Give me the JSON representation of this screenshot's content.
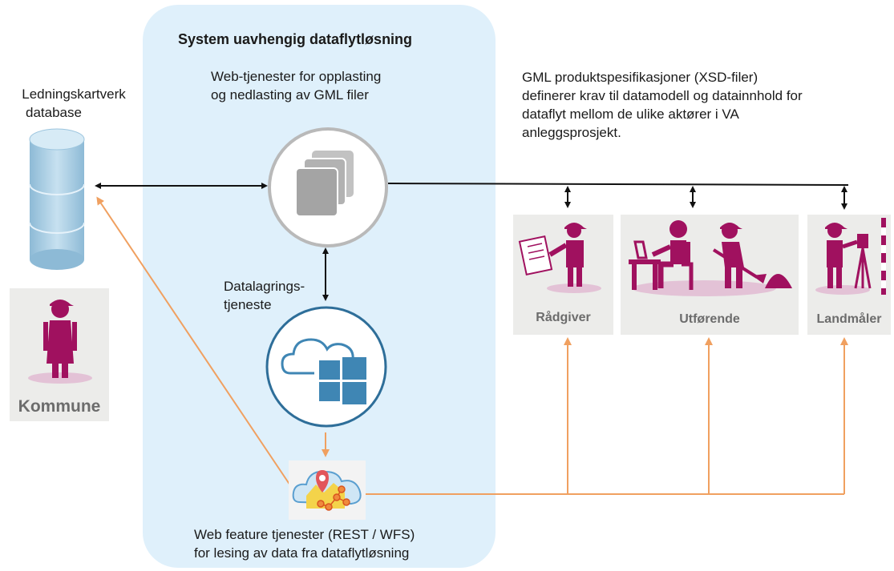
{
  "title": "System uavhengig dataflytløsning",
  "web_services": [
    "Web-tjenester for opplasting",
    "og nedlasting av GML filer"
  ],
  "database_label": [
    "Ledningskartverk",
    "database"
  ],
  "storage_label": [
    "Datalagrings-",
    "tjeneste"
  ],
  "spec_text": [
    "GML produktspesifikasjoner (XSD-filer)",
    "definerer krav til datamodell og datainnhold for",
    "dataflyt mellom de ulike aktører i VA",
    "anleggsprosjekt."
  ],
  "feature_services": [
    "Web feature tjenester (REST / WFS)",
    "for lesing av data fra dataflytløsning"
  ],
  "actors": {
    "kommune": "Kommune",
    "radgiver": "Rådgiver",
    "utforende": "Utførende",
    "landmaler": "Landmåler"
  },
  "colors": {
    "panel": "#dff0fb",
    "arrow_black": "#111111",
    "arrow_orange": "#f0a060",
    "figure": "#a0115f",
    "card": "#ececea",
    "cylinder": "#a9cde3",
    "windows": "#3f86b4"
  },
  "icons": [
    "database-cylinder-icon",
    "document-stack-icon",
    "cloud-windows-icon",
    "map-cloud-icon",
    "person-icon"
  ]
}
